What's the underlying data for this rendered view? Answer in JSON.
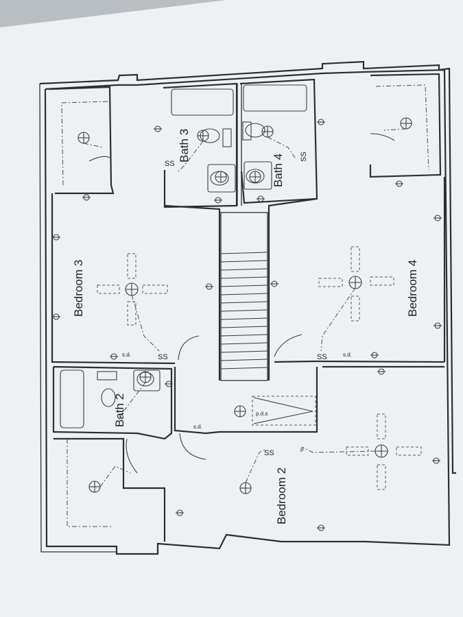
{
  "rooms": {
    "bedroom3": "Bedroom 3",
    "bedroom4": "Bedroom 4",
    "bedroom2": "Bedroom 2",
    "bath2": "Bath 2",
    "bath3": "Bath 3",
    "bath4": "Bath 4"
  },
  "symbols": {
    "smoke_detector": "s.d.",
    "pull_down_stairs": "p.d.s",
    "switch_pair": "SS",
    "phone": "p"
  },
  "colors": {
    "paper": "#eef0f3",
    "background": "#b9bec3",
    "ink": "#2b2e33"
  }
}
